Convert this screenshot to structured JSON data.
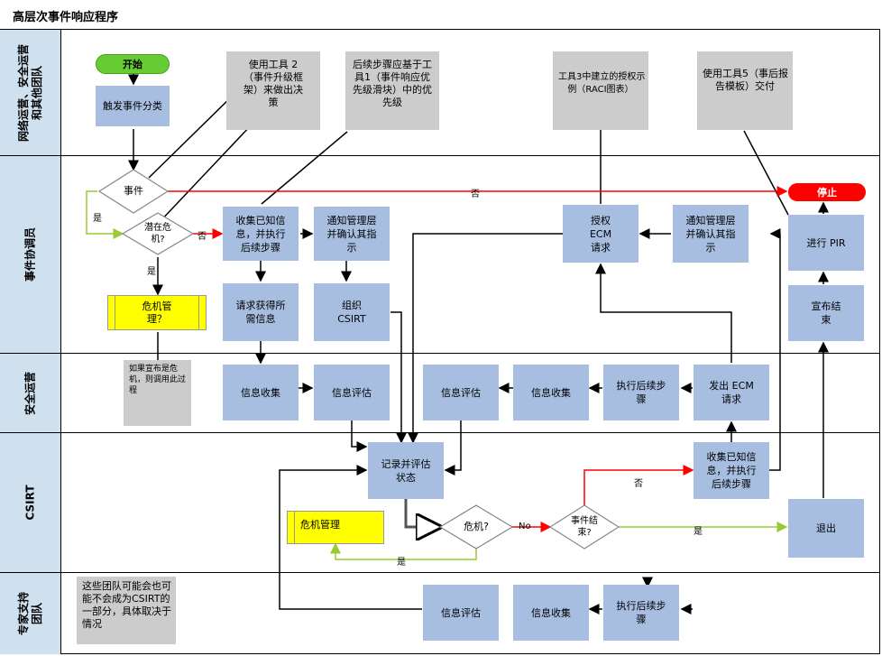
{
  "title": "高层次事件响应程序",
  "lanes": {
    "lane1": "网络运营、安全运营\n和其他团队",
    "lane2": "事件协调员",
    "lane3": "安全运营",
    "lane4": "CSIRT",
    "lane5": "专家支持\n团队"
  },
  "nodes": {
    "start": "开始",
    "classify": "触发事件分类",
    "note_tool2": "使用工具 2\n（事件升级框\n架）来做出决\n策",
    "note_tool1": "后续步骤应基于工\n具1（事件响应优\n先级滑块）中的优\n先级",
    "note_tool3": "工具3中建立的授权示\n例（RACI图表）",
    "note_tool5": "使用工具5（事后报\n告模板）交付",
    "event_q": "事件",
    "crisis_q": "潜在危\n机?",
    "crisis_mgmt_1": "危机管\n理？",
    "note_crisis": "如果宣布是危\n机，则调用此过\n程",
    "collect_1": "收集已知信\n息，并执行\n后续步骤",
    "notify_mgmt_1": "通知管理层\n并确认其指\n示",
    "request_info": "请求获得所\n需信息",
    "org_csirt": "组织\nCSIRT",
    "authorize_ecm": "授权\nECM\n请求",
    "notify_mgmt_2": "通知管理层\n并确认其指\n示",
    "stop": "停止",
    "run_pir": "进行 PIR",
    "declare_end": "宣布结\n束",
    "so_collect_1": "信息收集",
    "so_assess_1": "信息评估",
    "so_assess_2": "信息评估",
    "so_collect_2": "信息收集",
    "so_followup": "执行后续步\n骤",
    "so_ecm": "发出 ECM\n请求",
    "record_assess": "记录并评估\n状态",
    "collect_2": "收集已知信\n息，并执行\n后续步骤",
    "crisis_mgmt_2": "危机管理",
    "crisis_q2": "危机?",
    "end_q": "事件结\n束?",
    "exit": "退出",
    "note_expert": "这些团队可能会也可\n能不会成为CSIRT的\n一部分，具体取决于\n情况",
    "ex_assess": "信息评估",
    "ex_collect": "信息收集",
    "ex_followup": "执行后续步\n骤"
  },
  "labels": {
    "yes_event": "是",
    "no_event": "否",
    "no_crisis": "否",
    "yes_crisis": "是",
    "no_cr2": "No",
    "yes_cr2": "是",
    "no_end": "否",
    "yes_end": "是"
  },
  "colors": {
    "process": "#a7bee0",
    "note": "#cccccc",
    "lane_label": "#cfe0ee",
    "start": "#66cc33",
    "stop": "#ff0000",
    "crisis": "#ffff00",
    "line_red": "#ff0000",
    "line_green": "#99cc33"
  }
}
